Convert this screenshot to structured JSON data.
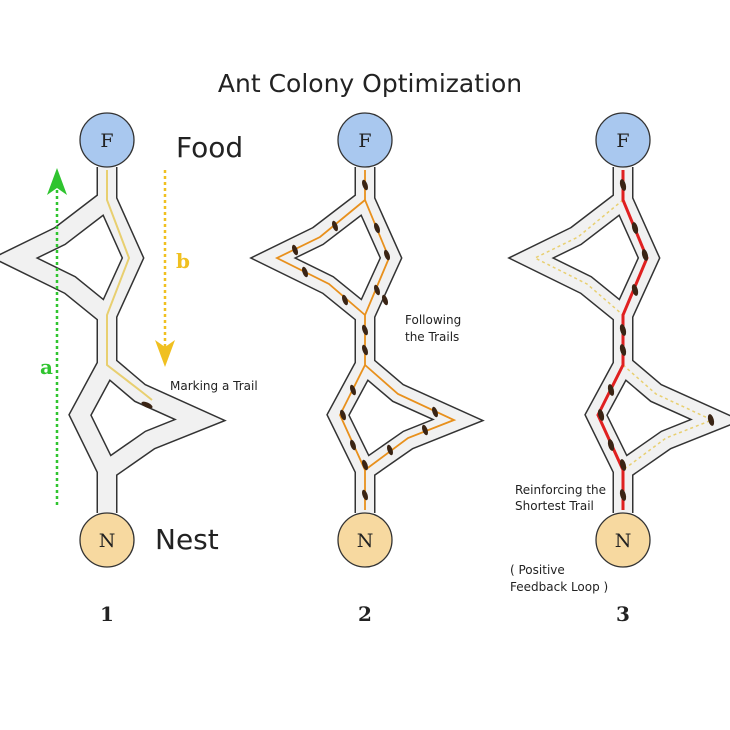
{
  "title": "Ant Colony Optimization",
  "labels": {
    "food": "Food",
    "nest": "Nest",
    "node_food": "F",
    "node_nest": "N",
    "arrow_a": "a",
    "arrow_b": "b"
  },
  "panels": [
    {
      "number": "1",
      "caption_lines": [
        "Marking a Trail"
      ]
    },
    {
      "number": "2",
      "caption_lines": [
        "Following",
        "the Trails"
      ]
    },
    {
      "number": "3",
      "caption_lines": [
        "Reinforcing the",
        "Shortest Trail"
      ],
      "note_lines": [
        "( Positive",
        "Feedback Loop )"
      ]
    }
  ],
  "colors": {
    "food": "#a9c8ef",
    "nest": "#f7d9a0",
    "arrow_a": "#2fc42f",
    "arrow_b": "#f0c020",
    "trail_marking": "#e8cf70",
    "trail_following": "#e8901c",
    "trail_reinforced": "#e02020",
    "ant": "#3a2414"
  }
}
